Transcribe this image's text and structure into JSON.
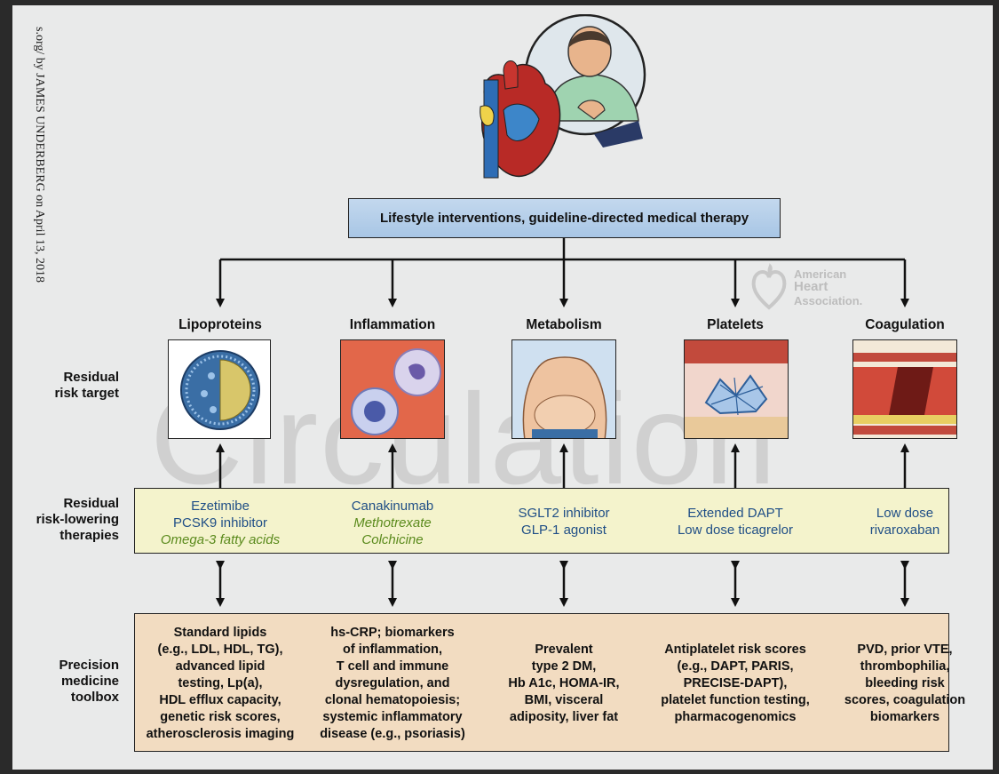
{
  "sidebar_text": "s.org/ by JAMES UNDERBERG on April 13, 2018",
  "watermark": "Circulation",
  "logo": {
    "line1": "American",
    "line2": "Heart",
    "line3": "Association."
  },
  "top_box": "Lifestyle interventions, guideline-directed medical therapy",
  "row_labels": {
    "target": [
      "Residual",
      "risk target"
    ],
    "therapies": [
      "Residual",
      "risk-lowering",
      "therapies"
    ],
    "toolbox": [
      "Precision",
      "medicine",
      "toolbox"
    ]
  },
  "columns": [
    {
      "title": "Lipoproteins",
      "icon": "lipoprotein-particle-icon",
      "therapies": [
        {
          "text": "Ezetimibe",
          "style": "blue"
        },
        {
          "text": "PCSK9 inhibitor",
          "style": "blue"
        },
        {
          "text": "Omega-3 fatty acids",
          "style": "green"
        }
      ],
      "toolbox": [
        "Standard lipids",
        "(e.g., LDL, HDL, TG),",
        "advanced lipid",
        "testing, Lp(a),",
        "HDL efflux capacity,",
        "genetic risk scores,",
        "atherosclerosis imaging"
      ]
    },
    {
      "title": "Inflammation",
      "icon": "inflammatory-cells-icon",
      "therapies": [
        {
          "text": "Canakinumab",
          "style": "blue"
        },
        {
          "text": "Methotrexate",
          "style": "green"
        },
        {
          "text": "Colchicine",
          "style": "green"
        }
      ],
      "toolbox": [
        "hs-CRP; biomarkers",
        "of inflammation,",
        "T cell and immune",
        "dysregulation, and",
        "clonal hematopoiesis;",
        "systemic inflammatory",
        "disease (e.g., psoriasis)"
      ]
    },
    {
      "title": "Metabolism",
      "icon": "obese-torso-icon",
      "therapies": [
        {
          "text": "SGLT2 inhibitor",
          "style": "blue"
        },
        {
          "text": "GLP-1 agonist",
          "style": "blue"
        }
      ],
      "toolbox": [
        "Prevalent",
        "type 2 DM,",
        "Hb A1c, HOMA-IR,",
        "BMI, visceral",
        "adiposity, liver fat"
      ]
    },
    {
      "title": "Platelets",
      "icon": "platelet-clot-icon",
      "therapies": [
        {
          "text": "Extended DAPT",
          "style": "blue"
        },
        {
          "text": "Low dose ticagrelor",
          "style": "blue"
        }
      ],
      "toolbox": [
        "Antiplatelet risk scores",
        "(e.g., DAPT, PARIS,",
        "PRECISE-DAPT),",
        "platelet function testing,",
        "pharmacogenomics"
      ]
    },
    {
      "title": "Coagulation",
      "icon": "blood-vessel-clot-icon",
      "therapies": [
        {
          "text": "Low dose",
          "style": "blue"
        },
        {
          "text": "rivaroxaban",
          "style": "blue"
        }
      ],
      "toolbox": [
        "PVD, prior VTE,",
        "thrombophilia,",
        "bleeding risk",
        "scores, coagulation",
        "biomarkers"
      ]
    }
  ]
}
